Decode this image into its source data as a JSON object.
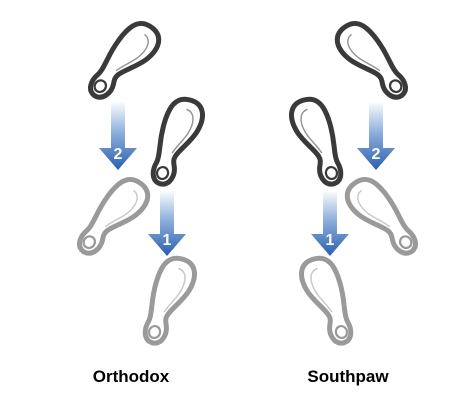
{
  "stances": [
    {
      "id": "orthodox",
      "label": "Orthodox",
      "steps": [
        {
          "order": "2",
          "arrow_icon": "down-arrow-icon"
        },
        {
          "order": "1",
          "arrow_icon": "down-arrow-icon"
        }
      ]
    },
    {
      "id": "southpaw",
      "label": "Southpaw",
      "steps": [
        {
          "order": "1",
          "arrow_icon": "down-arrow-icon"
        },
        {
          "order": "2",
          "arrow_icon": "down-arrow-icon"
        }
      ]
    }
  ],
  "icons": {
    "footprint": "shoe-sole-icon",
    "arrow": "down-arrow-icon"
  },
  "colors": {
    "footprint_start": "#3a3a3a",
    "footprint_end": "#9a9a9a",
    "arrow_top": "#ffffff",
    "arrow_bottom": "#2a5fb0",
    "arrow_number": "#ffffff"
  }
}
